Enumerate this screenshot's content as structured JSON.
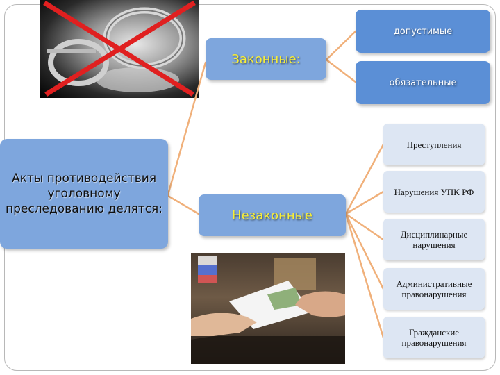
{
  "root": {
    "label": "Акты противодействия уголовному преследованию делятся:"
  },
  "legal": {
    "label": "Законные:",
    "children": [
      "допустимые",
      "обязательные"
    ]
  },
  "illegal": {
    "label": "Незаконные",
    "children": [
      "Преступления",
      "Нарушения УПК РФ",
      "Дисциплинарные нарушения",
      "Административные правонарушения",
      "Гражданские правонарушения"
    ]
  },
  "images": [
    "handcuffs-photo",
    "bribe-photo"
  ],
  "colors": {
    "root_box": "#7ea6dd",
    "branch_box": "#7ea6dd",
    "leaf_box_legal": "#5b8fd6",
    "leaf_box_illegal": "#dde6f3",
    "connector": "#f0b07a",
    "legal_text": "#f7ee3a",
    "cross": "#e02020"
  }
}
